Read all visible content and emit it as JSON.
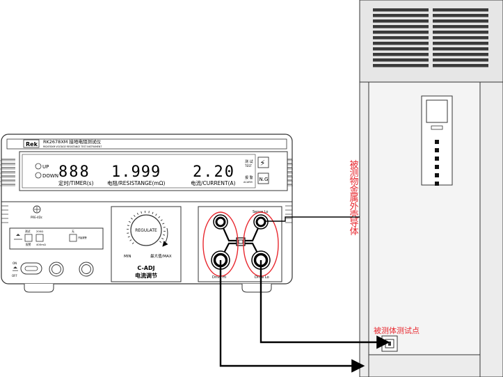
{
  "instrument": {
    "brand": "Rek",
    "model": "RK2678XM 接地电阻测试仪",
    "model_en": "RK2678XM VOLTAGE RESISTANCE TEST INSTRUMENT",
    "display": {
      "up_label": "UP",
      "down_label": "DOWN",
      "timer_value": "888",
      "resistance_value": "1.999",
      "current_value": "2.20",
      "timer_label": "定时/TIMER(s)",
      "resistance_label": "电阻/RESISTANGE(mΩ)",
      "current_label": "电流/CURRENT(A)",
      "test_label_cn": "测 试",
      "test_label_en": "TEST",
      "test_key_symbol": "⚡",
      "alarm_label_cn": "报 警",
      "alarm_label_en": "ACARM",
      "ng_key_label": "N.G"
    },
    "front": {
      "pre_adc_label": "PRE-4Dc",
      "switch_labels": [
        "测试",
        "报警",
        "200Ω",
        "400mΩ",
        "无",
        "开始报警"
      ],
      "power_on": "ON",
      "power_off": "OFF",
      "regulate_label": "REGULATE",
      "min_label": "MIN",
      "max_label": "最大值/MAX",
      "adj_title": "C-ADJ",
      "adj_title_cn": "电流调节",
      "sense_lo_label": "Sense Lo",
      "drive_hi_label": "Drive Hi",
      "drive_lo_label": "Drive Lo"
    }
  },
  "device_under_test": {
    "label": "被测物金属外壳导体",
    "test_point_label": "被测体测试点"
  },
  "colors": {
    "annotation": "#e8272e",
    "outline": "#333333",
    "cabinet_fill": "#ececec"
  }
}
